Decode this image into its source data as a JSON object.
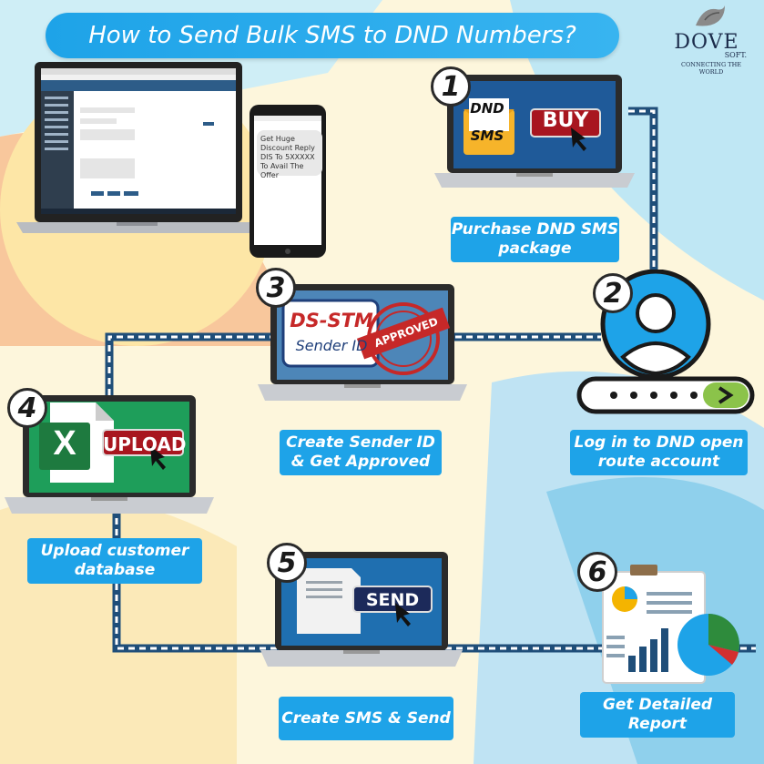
{
  "title": "How to Send Bulk SMS to DND Numbers?",
  "logo": {
    "name": "DOVE",
    "soft": "SOFT.",
    "tagline": "CONNECTING THE WORLD"
  },
  "phone_message": "Get Huge Discount Reply DIS To 5XXXXX To Avail The Offer",
  "steps": [
    {
      "number": "1",
      "label": "Purchase DND SMS package",
      "screen": {
        "envelope_line1": "DND",
        "envelope_line2": "SMS",
        "button": "BUY"
      }
    },
    {
      "number": "2",
      "label": "Log in to DND open route account"
    },
    {
      "number": "3",
      "label": "Create Sender ID & Get Approved",
      "screen": {
        "sender": "DS-STM",
        "sender_sub": "Sender ID",
        "stamp": "APPROVED"
      }
    },
    {
      "number": "4",
      "label": "Upload customer database",
      "screen": {
        "button": "UPLOAD"
      }
    },
    {
      "number": "5",
      "label": "Create SMS & Send",
      "screen": {
        "button": "SEND"
      }
    },
    {
      "number": "6",
      "label": "Get Detailed Report"
    }
  ],
  "colors": {
    "accent": "#1ea3e8",
    "path": "#1f4e79",
    "buy": "#a8161f",
    "excel": "#1e7a3f"
  }
}
